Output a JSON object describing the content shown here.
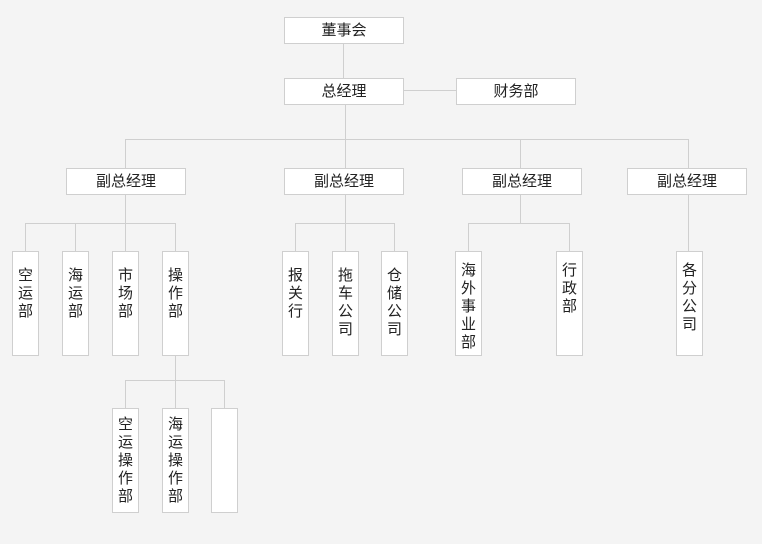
{
  "org": {
    "board": "董事会",
    "gm": "总经理",
    "finance": "财务部",
    "dgm": [
      "副总经理",
      "副总经理",
      "副总经理",
      "副总经理"
    ],
    "dept": {
      "kongyun": "空运部",
      "haiyun": "海运部",
      "shichang": "市场部",
      "caozuo": "操作部",
      "baoguan": "报关行",
      "tuoche": "拖车公司",
      "cangchu": "仓储公司",
      "haiwai": "海外事业部",
      "xingzheng": "行政部",
      "fengongsi": "各分公司",
      "kongyun_op": "空运操作部",
      "haiyun_op": "海运操作部",
      "blank": ""
    }
  }
}
